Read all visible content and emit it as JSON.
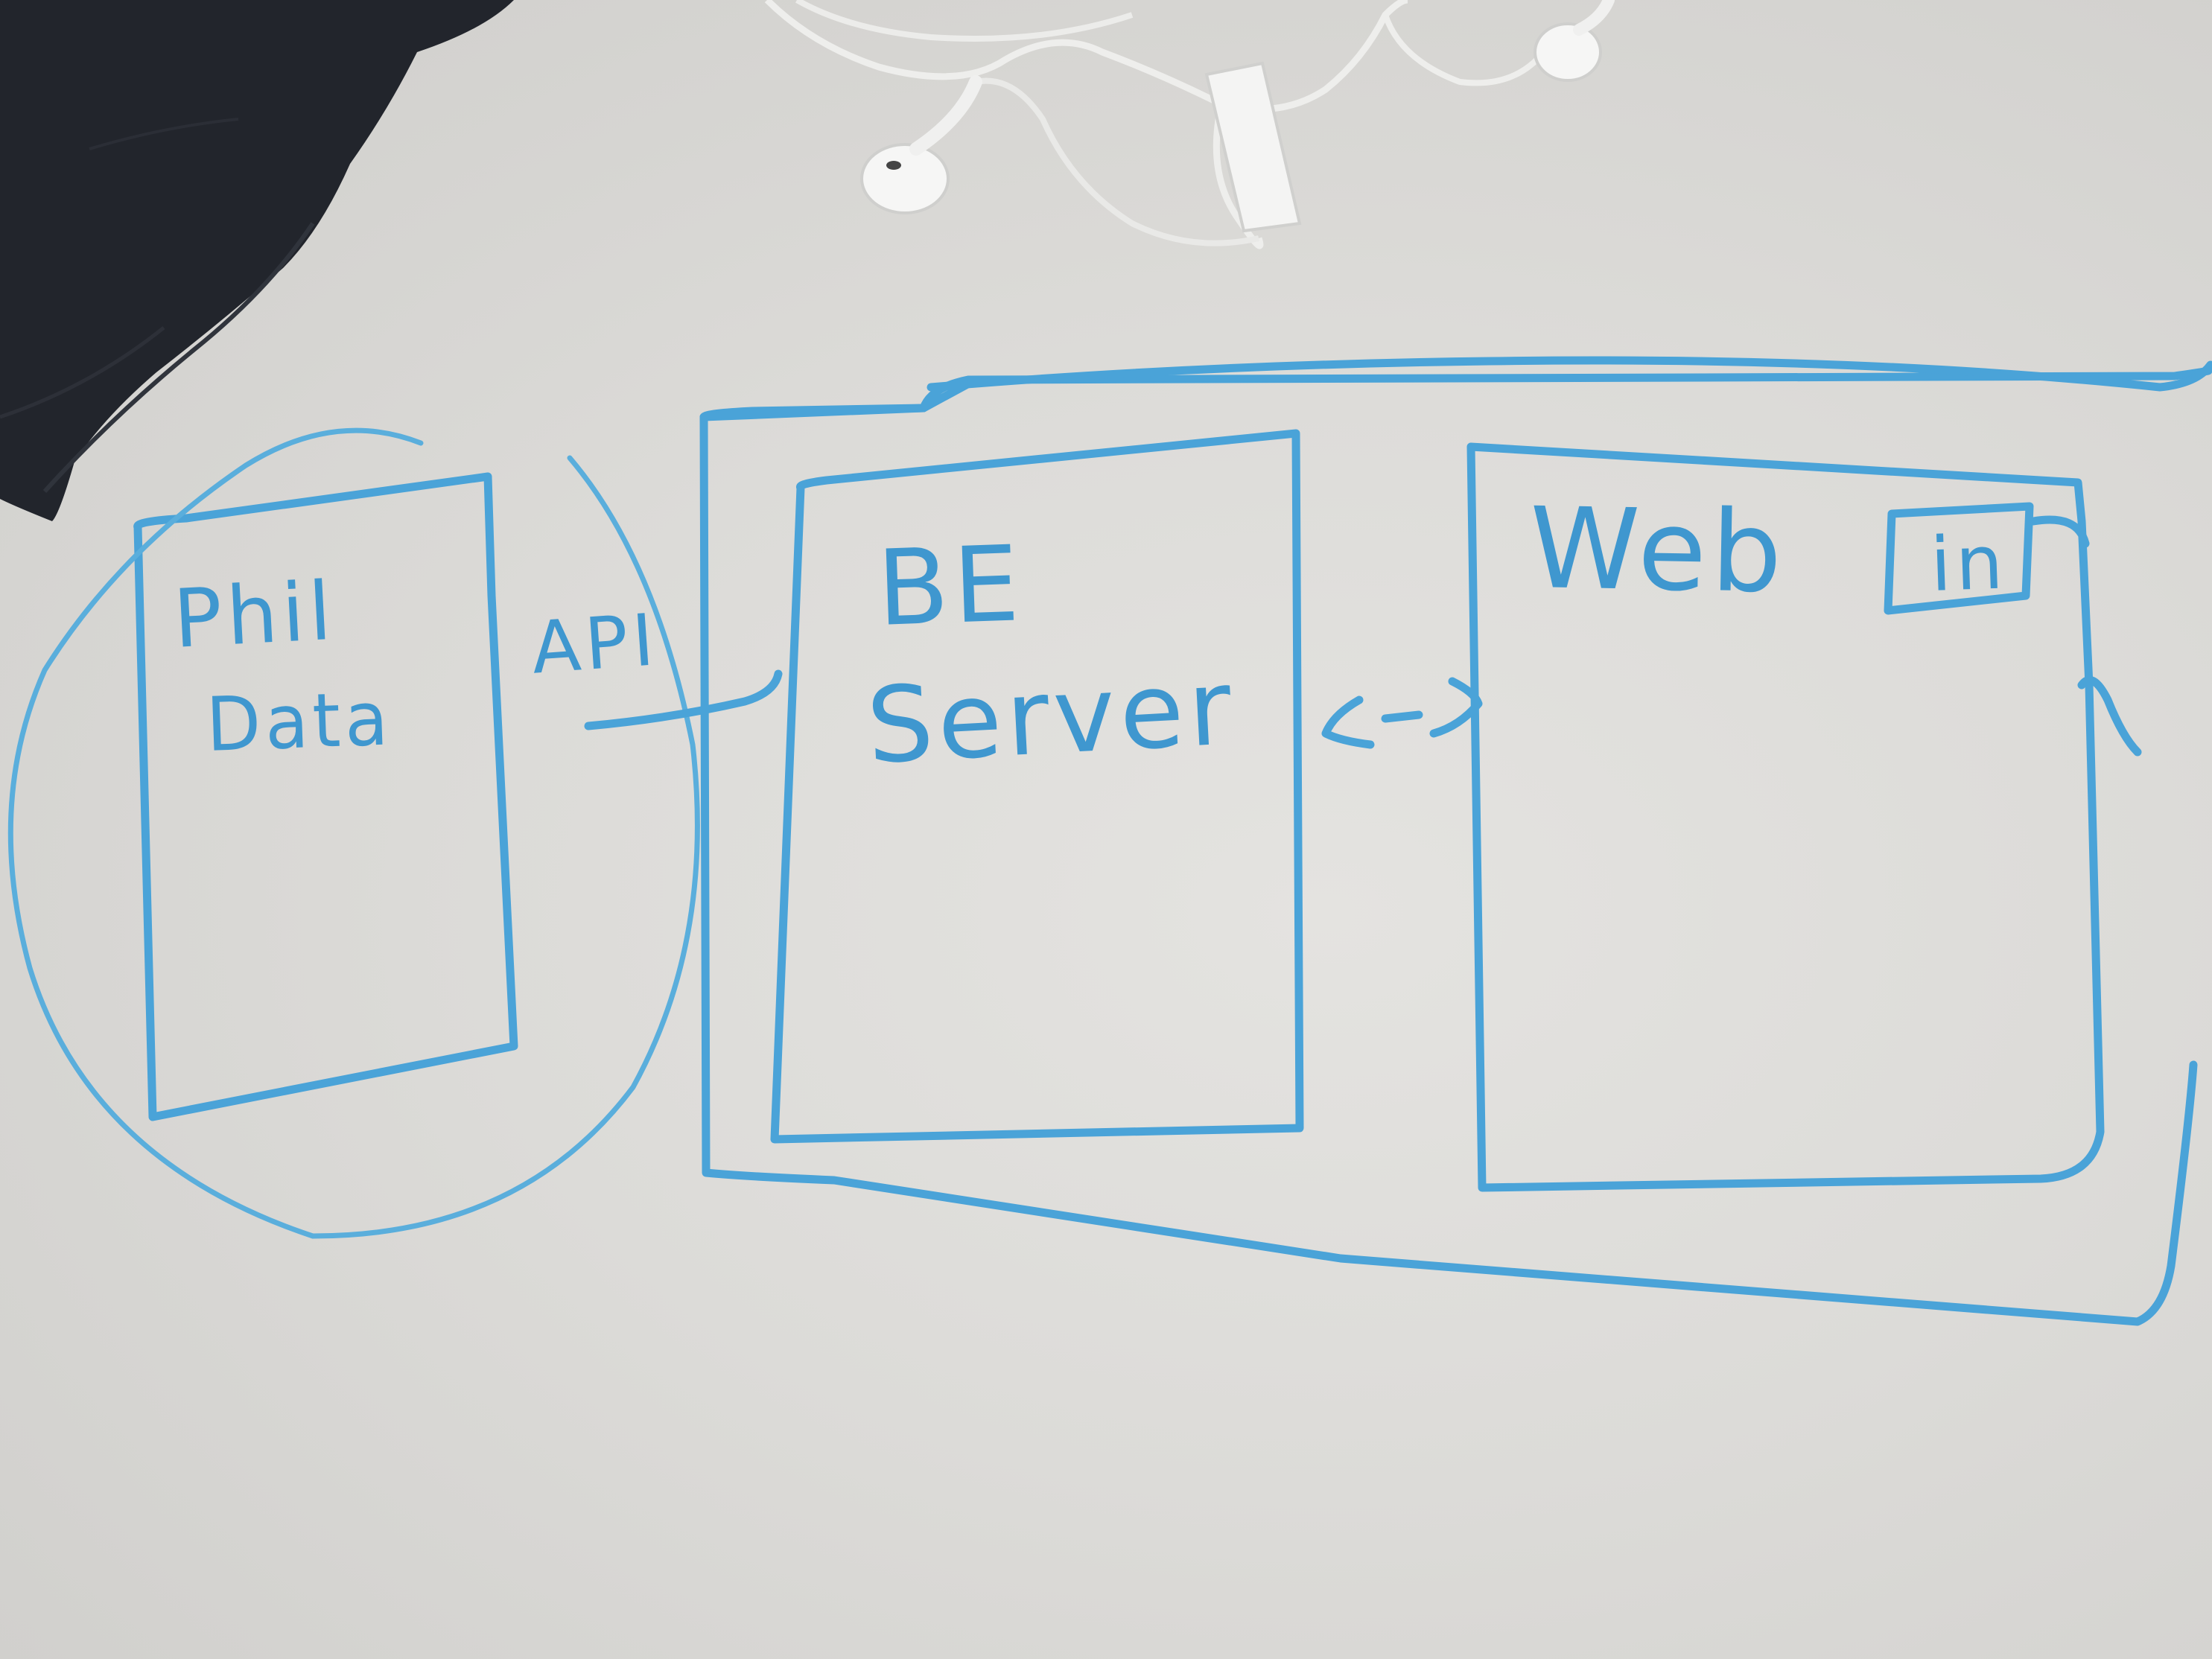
{
  "colors": {
    "marker": "#4aa3d8",
    "whiteboard": "#dedddb",
    "jacket": "#23262d",
    "earbuds": "#f2f2f2"
  },
  "objects": {
    "jacket": "dark-jacket",
    "earphones": "white-earphones"
  },
  "diagram": {
    "phil_data_box": {
      "line1": "Phil",
      "line2": "Data"
    },
    "api_label": "API",
    "be_server_box": {
      "line1": "BE",
      "line2": "Server"
    },
    "bidirectional_arrow": "<->",
    "web_box": {
      "title": "Web",
      "login_button": "in"
    }
  }
}
